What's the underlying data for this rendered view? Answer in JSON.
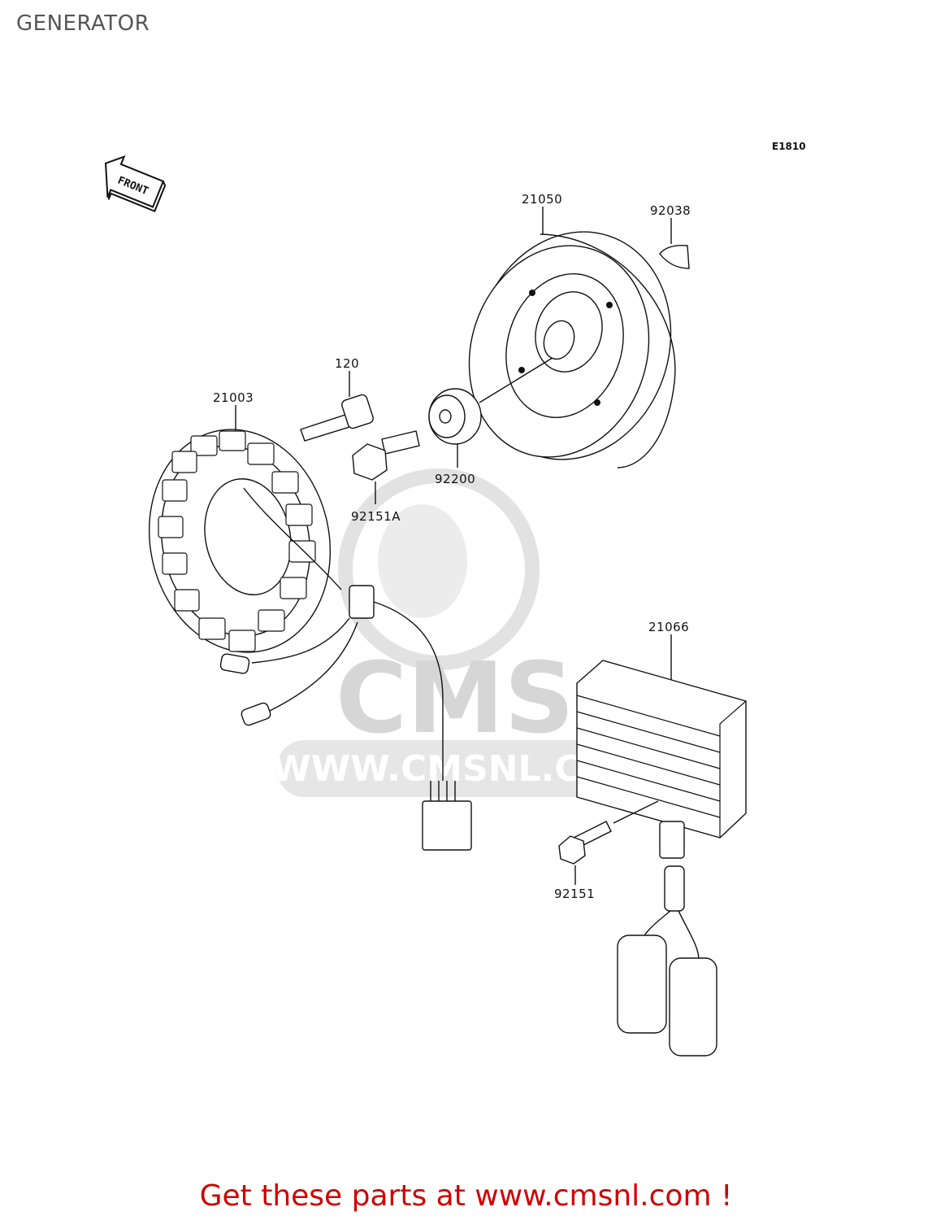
{
  "title": "GENERATOR",
  "diagram_code": "E1810",
  "front_label": "FRONT",
  "parts": {
    "flywheel": "21050",
    "key": "92038",
    "bolt_120": "120",
    "stator": "21003",
    "washer": "92200",
    "bolt_a": "92151A",
    "regulator": "21066",
    "bolt": "92151"
  },
  "watermark": {
    "brand": "CMS",
    "url": "WWW.CMSNL.COM"
  },
  "footer": "Get these parts at www.cmsnl.com !"
}
